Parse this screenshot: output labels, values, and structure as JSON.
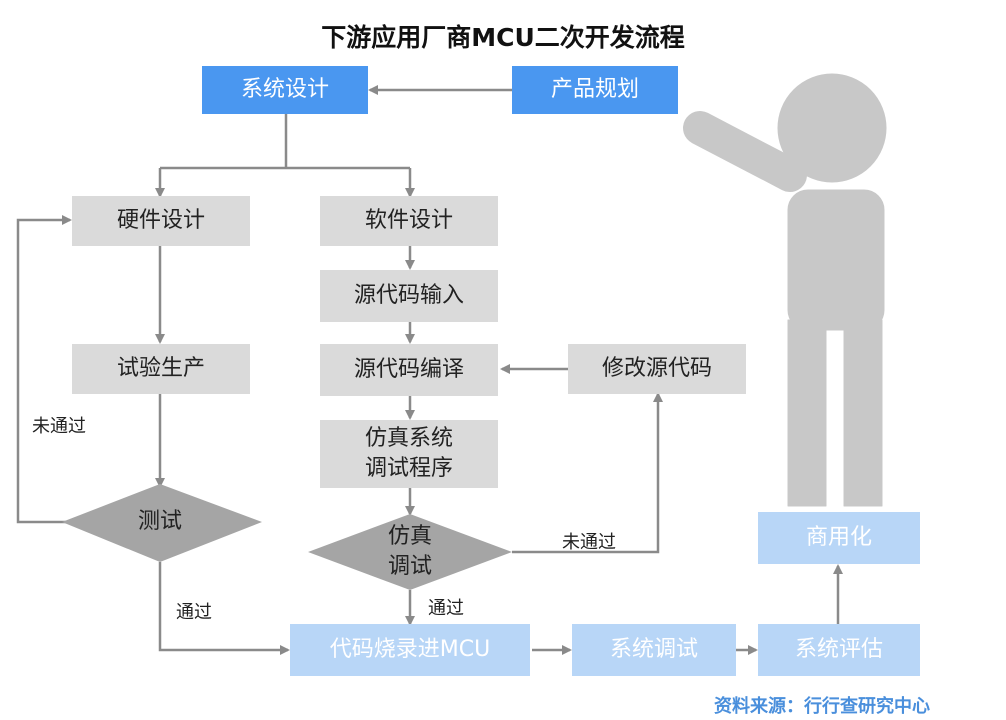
{
  "title": "下游应用厂商MCU二次开发流程",
  "source": "资料来源：行行查研究中心",
  "nodes": {
    "system_design": "系统设计",
    "product_planning": "产品规划",
    "hardware_design": "硬件设计",
    "software_design": "软件设计",
    "source_input": "源代码输入",
    "source_compile": "源代码编译",
    "modify_source": "修改源代码",
    "trial_production": "试验生产",
    "sim_debug_program": "仿真系统\n调试程序",
    "test": "测试",
    "sim_debug": "仿真\n调试",
    "burn_mcu": "代码烧录进MCU",
    "system_debug": "系统调试",
    "system_eval": "系统评估",
    "commercialize": "商用化"
  },
  "labels": {
    "not_pass_left": "未通过",
    "pass_left": "通过",
    "not_pass_right": "未通过",
    "pass_mid": "通过"
  },
  "colors": {
    "primary_blue": "#4a97f0",
    "light_blue": "#b8d6f7",
    "grey_box": "#dadada",
    "arrow": "#8a8a8a",
    "figure": "#c8c8c8",
    "source_text": "#4a8fdc"
  }
}
